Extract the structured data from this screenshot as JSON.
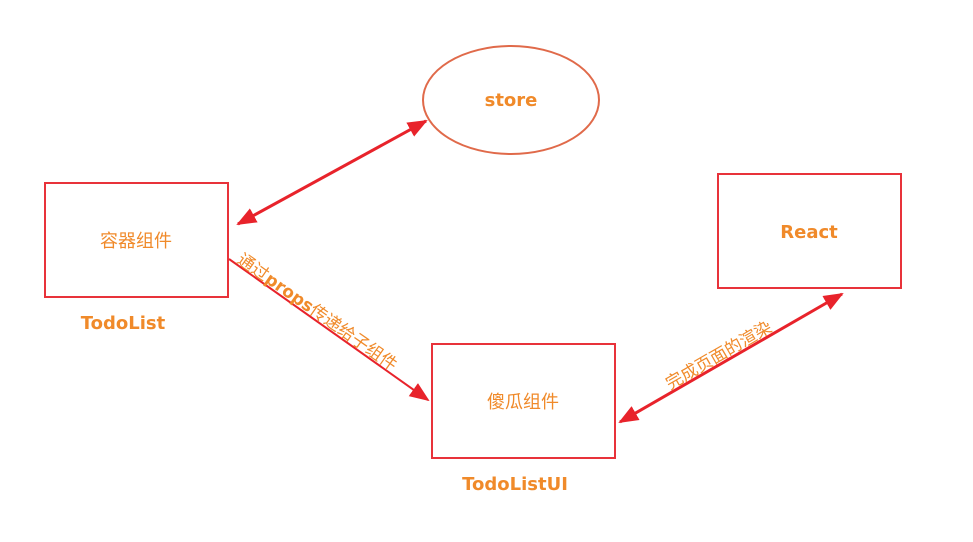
{
  "nodes": {
    "store": {
      "label": "store"
    },
    "container": {
      "label": "容器组件",
      "caption": "TodoList"
    },
    "dumb": {
      "label": "傻瓜组件",
      "caption": "TodoListUI"
    },
    "react": {
      "label": "React"
    }
  },
  "edges": {
    "props": {
      "pre": "通过",
      "strong": "props",
      "post": "传递给子组件"
    },
    "render": {
      "label": "完成页面的渲染"
    }
  },
  "colors": {
    "box_border": "#e8323a",
    "ellipse_border": "#e06a4a",
    "arrow": "#e8232b",
    "text": "#f08a2a"
  }
}
